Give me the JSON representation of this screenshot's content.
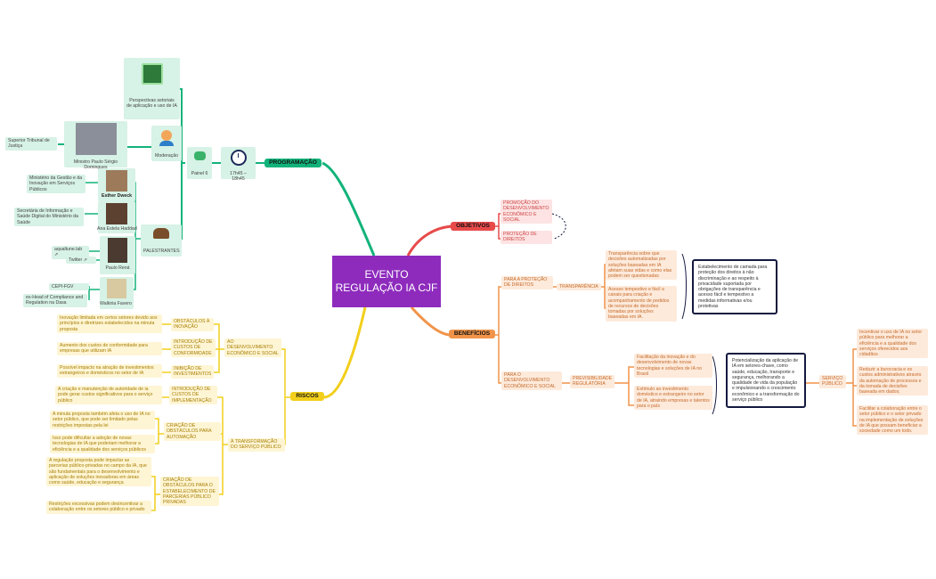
{
  "central": {
    "title": "EVENTO REGULAÇÃO IA CJF",
    "color": "#8e2bbd"
  },
  "colors": {
    "green": "#12b37a",
    "red": "#e84a4a",
    "orange": "#f1944a",
    "yellow": "#f2cf1c",
    "navy": "#14193f"
  },
  "programacao": {
    "label": "PROGRAMAÇÃO",
    "time": "17h45 – 18h45",
    "painel": "Painel 6",
    "perspectivas": "Perspectivas setoriais de aplicação e uso de IA",
    "moderacao": "Moderação",
    "moderador": "Ministro Paulo Sérgio Domingues",
    "moderador_org": "Superior Tribunal de Justiça",
    "palestrantes": "PALESTRANTES",
    "speakers": [
      {
        "name": "Esther Dweck",
        "org": "Ministério da Gestão e da Inovação em Serviços Públicos"
      },
      {
        "name": "Ana Estela Haddad",
        "org": "Secretária de Informação e Saúde Digital do Ministério da Saúde"
      },
      {
        "name": "Paulo Rená",
        "links": [
          "aqualtune.lab",
          "Twitter"
        ]
      },
      {
        "name": "Walkiria Favero",
        "roles": [
          "CEPI-FGV",
          "ex-Head of Compliance and Regulation na Dasa"
        ]
      }
    ]
  },
  "objetivos": {
    "label": "OBJETIVOS",
    "items": [
      "PROMOÇÃO DO DESENVOLVIMENTO ECONÔMICO E SOCIAL",
      "PROTEÇÃO DE DIREITOS"
    ]
  },
  "beneficios": {
    "label": "BENEFÍCIOS",
    "protecao": {
      "label": "PARA A PROTEÇÃO DE DIREITOS",
      "transparencia": "TRANSPARÊNCIA",
      "items": [
        "Transparência sobre que decisões automatizadas por soluções baseadas em IA afetam suas vidas e como elas podem ser questionadas",
        "Acesso tempestivo e fácil a canais para criação e acompanhamento de pedidos de recursos de decisões tomadas por soluções baseadas em IA."
      ],
      "summary": "Estabelecimento de camada para proteção dos direitos à não discriminação e ao respeito à privacidade suportada por obrigações de transparência e acesso fácil e tempestivo a medidas informativas e/ou protetivas"
    },
    "desenvolvimento": {
      "label": "PARA O DESENVOLVIMENTO ECONÔMICO E SOCIAL",
      "previsibilidade": "PREVISIBILIDADE REGULATÓRIA",
      "items": [
        "Facilitação da inovação e do desenvolvimento de novas tecnologias e soluções de IA no Brasil",
        "Estímulo ao investimento doméstico e estrangeiro no setor de IA, atraindo empresas e talentos para o país"
      ],
      "summary": "Potencialização da aplicação de IA em setores-chave, como saúde, educação, transporte e segurança, melhorando a qualidade de vida da população e impulsionando o crescimento econômico e a transformação do serviço público",
      "servico": "SERVIÇO PÚBLICO",
      "servico_items": [
        "Incentivar o uso de IA no setor público para melhorar a eficiência e a qualidade dos serviços oferecidos aos cidadãos",
        "Reduzir a burocracia e os custos administrativos através da automação de processos e da tomada de decisões baseada em dados;",
        "Facilitar a colaboração entre o setor público e o setor privado na implementação de soluções de IA que possam beneficiar a sociedade como um todo."
      ]
    }
  },
  "riscos": {
    "label": "RISCOS",
    "ao_desenvolvimento": "AO DESENVOLVIMENTO ECONÔMICO E SOCIAL",
    "dev_items": [
      {
        "label": "OBSTÁCULOS À INOVAÇÃO",
        "detail": "Inovação limitada em certos setores devido aos princípios e diretrizes estabelecidos na minuta proposta"
      },
      {
        "label": "INTRODUÇÃO DE CUSTOS DE CONFORMIDADE",
        "detail": "Aumento dos custos de conformidade para empresas que utilizam IA"
      },
      {
        "label": "INIBIÇÃO DE INVESTIMENTOS",
        "detail": "Possível impacto na atração de investimentos estrangeiros e domésticos no setor de IA"
      }
    ],
    "transformacao": "À TRANSFORMAÇÃO DO SERVIÇO PÚBLICO",
    "trans_items": [
      {
        "label": "INTRODUÇÃO DE CUSTOS DE IMPLEMENTAÇÃO",
        "details": [
          "A criação e manutenção de autoridade de ia pode gerar custos significativos para o serviço público"
        ]
      },
      {
        "label": "CRIAÇÃO DE OBSTÁCULOS PARA AUTOMAÇÃO",
        "details": [
          "A minuta proposta também afeta o uso de IA no setor público, que pode ser limitado pelas restrições impostas pela lei",
          "Isso pode dificultar a adoção de novas tecnologias de IA que poderiam melhorar a eficiência e a qualidade dos serviços públicos"
        ]
      },
      {
        "label": "CRIAÇÃO DE OBSTÁCULOS PARA O ESTABELECIMENTO DE PARCERIAS PÚBLICO PRIVADAS",
        "details": [
          "A regulação proposta pode impactar as parcerias público-privadas no campo da IA, que são fundamentais para o desenvolvimento e aplicação de soluções inovadoras em áreas como saúde, educação e segurança",
          "Restrições excessivas podem desincentivar a colaboração entre os setores público e privado"
        ]
      }
    ]
  }
}
